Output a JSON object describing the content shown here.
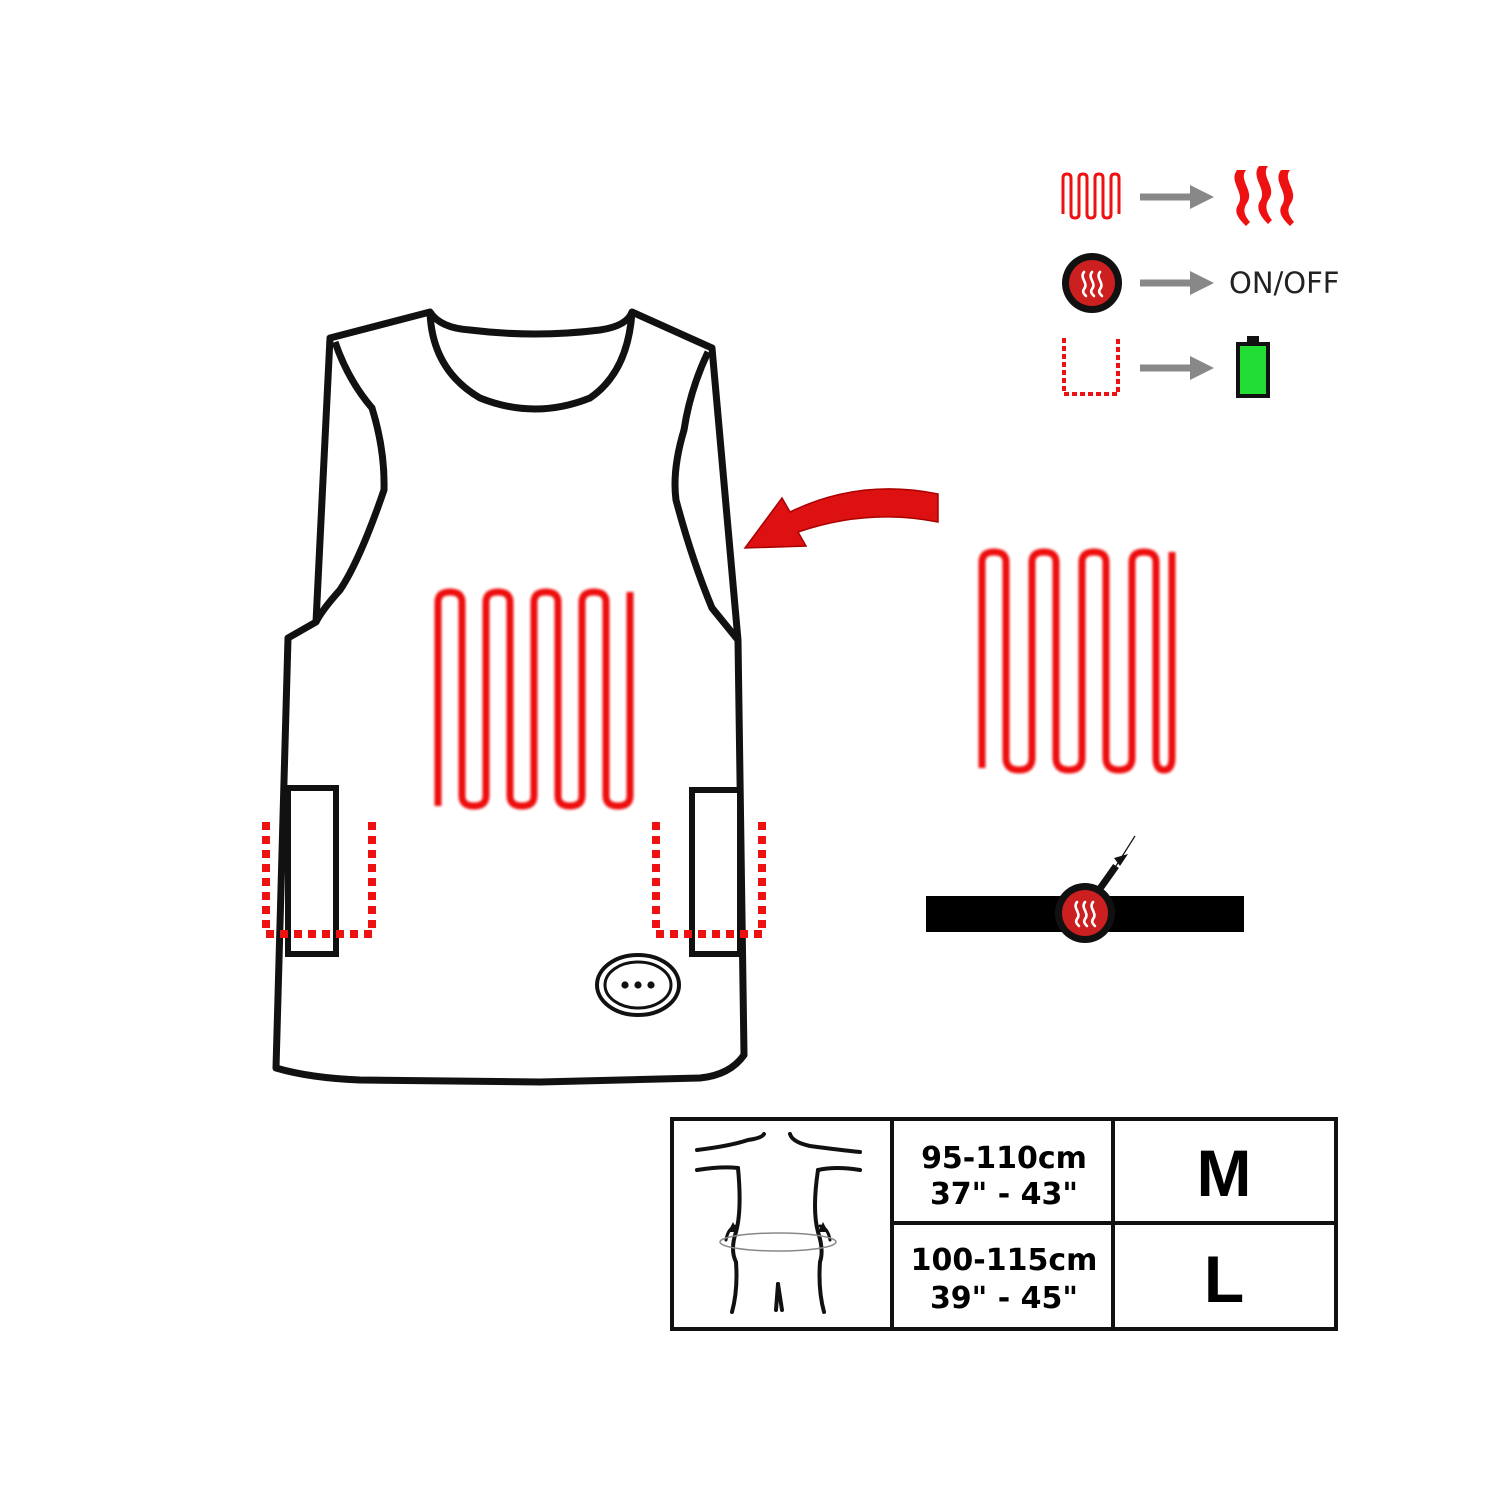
{
  "colors": {
    "heating": "#ee1111",
    "outline": "#111111",
    "arrow_gray": "#888888",
    "battery_fill": "#22dd33",
    "button_red": "#cc1f1f"
  },
  "legend": {
    "items": [
      {
        "icon": "heating-element-icon",
        "result_icon": "heat-waves-icon"
      },
      {
        "icon": "heat-button-icon",
        "result_label": "ON/OFF"
      },
      {
        "icon": "battery-pocket-icon",
        "result_icon": "battery-icon"
      }
    ]
  },
  "vest": {
    "heating_zone_icon": "heating-element-icon",
    "power_button_icon": "three-dots-icon",
    "pocket_icons": [
      "battery-pocket-icon",
      "battery-pocket-icon"
    ]
  },
  "detail": {
    "heating_pad_icon": "heating-element-icon",
    "cable_button_icon": "heat-button-icon"
  },
  "size_table": {
    "rows": [
      {
        "cm": "95-110cm",
        "inch": "37\" - 43\"",
        "size": "M"
      },
      {
        "cm": "100-115cm",
        "inch": "39\" - 45\"",
        "size": "L"
      }
    ]
  }
}
